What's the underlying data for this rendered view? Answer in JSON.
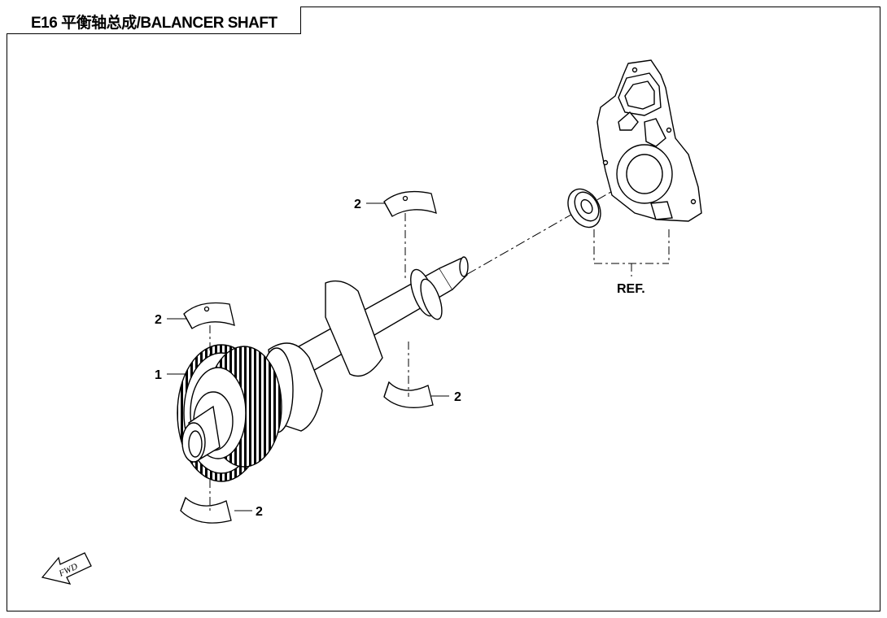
{
  "title": "E16 平衡轴总成/BALANCER SHAFT",
  "callouts": {
    "gear": "1",
    "bearing_upper_center": "2",
    "bearing_upper_left": "2",
    "bearing_lower_center": "2",
    "bearing_lower_left": "2"
  },
  "ref_label": "REF.",
  "fwd_label": "FWD",
  "icons": {
    "fwd_arrow": "fwd-arrow-icon"
  }
}
